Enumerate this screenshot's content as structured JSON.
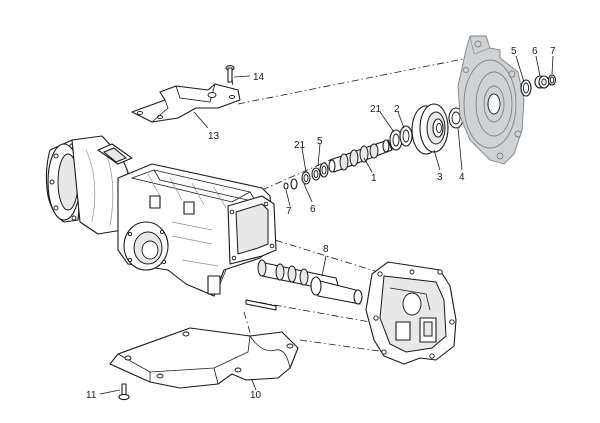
{
  "callouts": [
    {
      "id": "c14",
      "label": "14"
    },
    {
      "id": "c13",
      "label": "13"
    },
    {
      "id": "c5a",
      "label": "5"
    },
    {
      "id": "c6a",
      "label": "6"
    },
    {
      "id": "c7a",
      "label": "7"
    },
    {
      "id": "c21a",
      "label": "21"
    },
    {
      "id": "c2",
      "label": "2"
    },
    {
      "id": "c21b",
      "label": "21"
    },
    {
      "id": "c5b",
      "label": "5"
    },
    {
      "id": "c1",
      "label": "1"
    },
    {
      "id": "c3",
      "label": "3"
    },
    {
      "id": "c4",
      "label": "4"
    },
    {
      "id": "c7b",
      "label": "7"
    },
    {
      "id": "c6b",
      "label": "6"
    },
    {
      "id": "c8",
      "label": "8"
    },
    {
      "id": "c10",
      "label": "10"
    },
    {
      "id": "c11",
      "label": "11"
    }
  ]
}
